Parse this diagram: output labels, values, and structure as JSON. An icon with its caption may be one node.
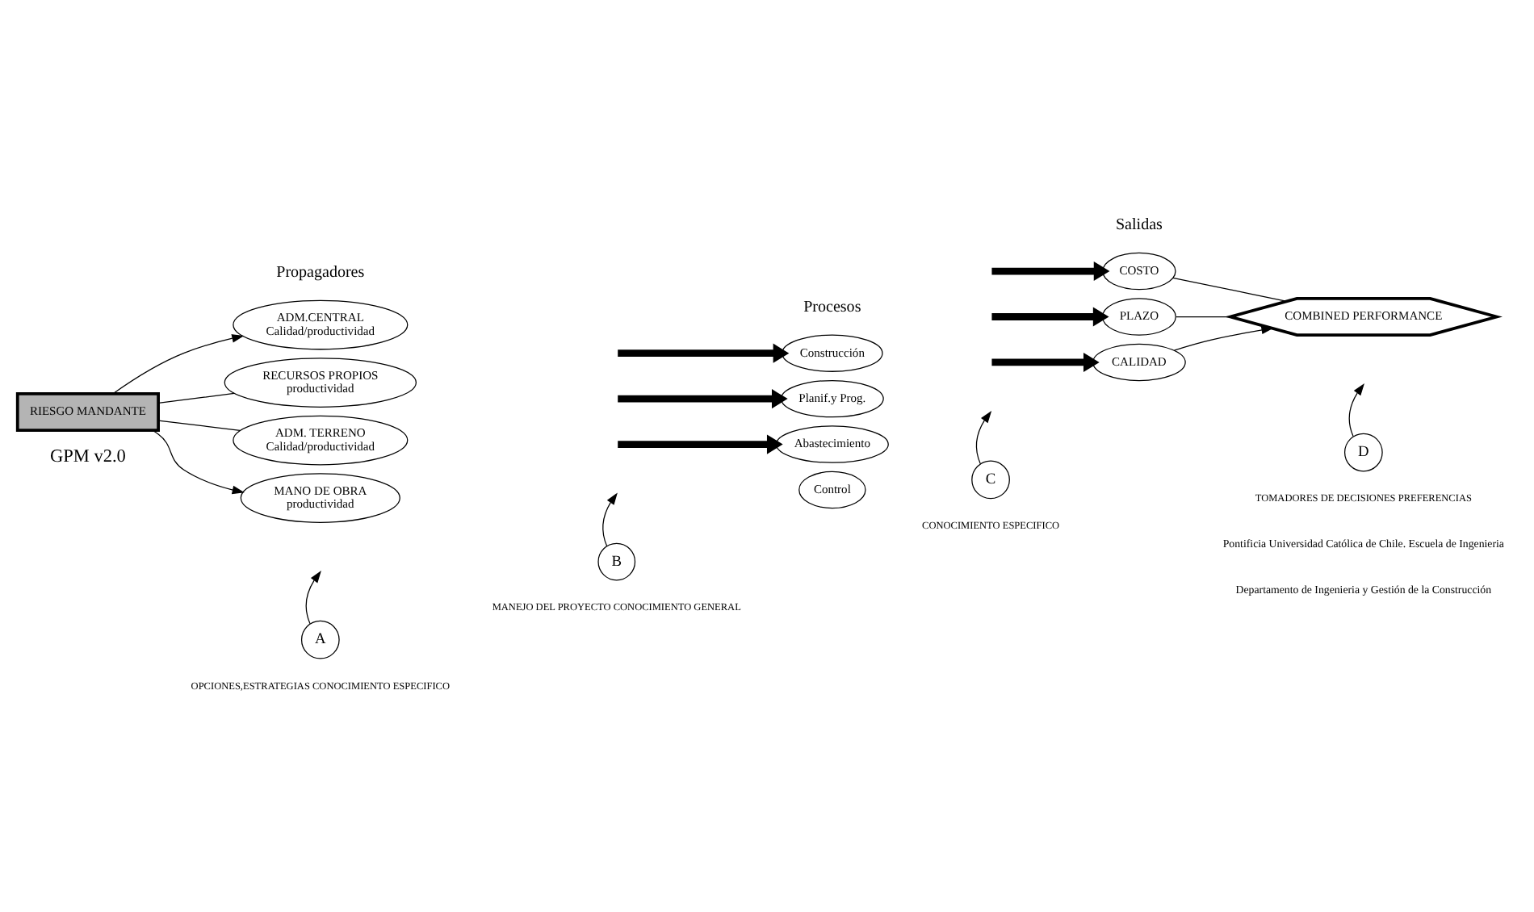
{
  "diagram": {
    "nodes": [
      {
        "text": [
          "RIESGO MANDANTE"
        ]
      },
      {
        "text": [
          "ADM.CENTRAL",
          "Calidad/productividad"
        ]
      },
      {
        "text": [
          "RECURSOS PROPIOS",
          "productividad"
        ]
      },
      {
        "text": [
          "ADM. TERRENO",
          "Calidad/productividad"
        ]
      },
      {
        "text": [
          "MANO DE OBRA",
          "productividad"
        ]
      },
      {
        "text": [
          "Construcción"
        ]
      },
      {
        "text": [
          "Planif.y Prog."
        ]
      },
      {
        "text": [
          "Abastecimiento"
        ]
      },
      {
        "text": [
          "Control"
        ]
      },
      {
        "text": [
          "COSTO"
        ]
      },
      {
        "text": [
          "PLAZO"
        ]
      },
      {
        "text": [
          "CALIDAD"
        ]
      },
      {
        "text": [
          "COMBINED PERFORMANCE"
        ]
      },
      {
        "text": [
          "A"
        ],
        "beside": [
          "OPCIONES,ESTRATEGIAS CONOCIMIENTO ESPECIFICO"
        ]
      },
      {
        "text": [
          "B"
        ],
        "beside": [
          "MANEJO DEL PROYECTO CONOCIMIENTO GENERAL"
        ]
      },
      {
        "text": [
          "C"
        ],
        "beside": [
          "CONOCIMIENTO ESPECIFICO"
        ]
      },
      {
        "text": [
          "D"
        ],
        "beside": [
          "TOMADORES DE DECISIONES PREFERENCIAS"
        ]
      }
    ],
    "edges": [
      {
        "from": 0,
        "to": 1,
        "arrow": "to"
      },
      {
        "from": 0,
        "to": 2,
        "arrow": "none"
      },
      {
        "from": 0,
        "to": 3,
        "arrow": "none"
      },
      {
        "from": 0,
        "to": 4,
        "arrow": "to"
      },
      {
        "from": null,
        "to": 5,
        "arrow": "to",
        "style": "thick"
      },
      {
        "from": null,
        "to": 6,
        "arrow": "to",
        "style": "thick"
      },
      {
        "from": null,
        "to": 7,
        "arrow": "to",
        "style": "thick"
      },
      {
        "from": null,
        "to": 9,
        "arrow": "to",
        "style": "thick"
      },
      {
        "from": null,
        "to": 10,
        "arrow": "to",
        "style": "thick"
      },
      {
        "from": null,
        "to": 11,
        "arrow": "to",
        "style": "thick"
      },
      {
        "from": 9,
        "to": 12,
        "arrow": "none"
      },
      {
        "from": 10,
        "to": 12,
        "arrow": "none"
      },
      {
        "from": 11,
        "to": 12,
        "arrow": "to"
      },
      {
        "from": 13,
        "to": null,
        "arrow": "to"
      },
      {
        "from": 14,
        "to": null,
        "arrow": "to"
      },
      {
        "from": 15,
        "to": null,
        "arrow": "to"
      },
      {
        "from": 16,
        "to": null,
        "arrow": "to"
      }
    ],
    "labels": [
      "Propagadores",
      "Procesos",
      "Salidas",
      "GPM v2.0",
      "Pontificia Universidad Católica de Chile. Escuela de Ingenieria",
      "Departamento de Ingenieria y Gestión de la Construcción"
    ]
  }
}
